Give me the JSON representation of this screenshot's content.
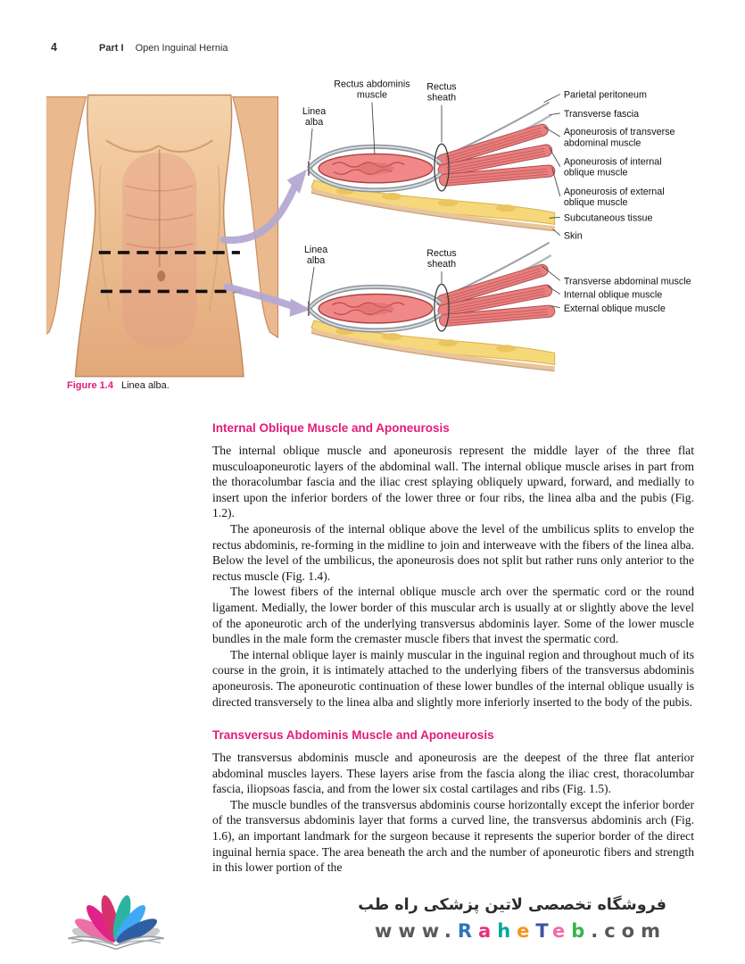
{
  "header": {
    "page_number": "4",
    "part_label": "Part I",
    "part_title": "Open Inguinal Hernia"
  },
  "figure": {
    "caption_label": "Figure 1.4",
    "caption_text": "Linea alba.",
    "top": {
      "rectus_muscle_l1": "Rectus abdominis",
      "rectus_muscle_l2": "muscle",
      "rectus_sheath_l1": "Rectus",
      "rectus_sheath_l2": "sheath",
      "linea_alba_l1": "Linea",
      "linea_alba_l2": "alba",
      "right_labels": [
        {
          "l1": "Parietal peritoneum"
        },
        {
          "l1": "Transverse fascia"
        },
        {
          "l1": "Aponeurosis of transverse",
          "l2": "abdominal muscle"
        },
        {
          "l1": "Aponeurosis of internal",
          "l2": "oblique muscle"
        },
        {
          "l1": "Aponeurosis of external",
          "l2": "oblique muscle"
        },
        {
          "l1": "Subcutaneous tissue"
        },
        {
          "l1": "Skin"
        }
      ]
    },
    "bottom": {
      "linea_alba_l1": "Linea",
      "linea_alba_l2": "alba",
      "rectus_sheath_l1": "Rectus",
      "rectus_sheath_l2": "sheath",
      "right_labels": [
        {
          "l1": "Transverse abdominal muscle"
        },
        {
          "l1": "Internal oblique muscle"
        },
        {
          "l1": "External oblique muscle"
        }
      ]
    }
  },
  "sections": [
    {
      "heading": "Internal Oblique Muscle and Aponeurosis",
      "paragraphs": [
        "The internal oblique muscle and aponeurosis represent the middle layer of the three flat musculoaponeurotic layers of the abdominal wall. The internal oblique muscle arises in part from the thoracolumbar fascia and the iliac crest splaying obliquely upward, forward, and medially to insert upon the inferior borders of the lower three or four ribs, the linea alba and the pubis (Fig. 1.2).",
        "The aponeurosis of the internal oblique above the level of the umbilicus splits to envelop the rectus abdominis, re-forming in the midline to join and interweave with the fibers of the linea alba. Below the level of the umbilicus, the aponeurosis does not split but rather runs only anterior to the rectus muscle (Fig. 1.4).",
        "The lowest fibers of the internal oblique muscle arch over the spermatic cord or the round ligament. Medially, the lower border of this muscular arch is usually at or slightly above the level of the aponeurotic arch of the underlying transversus abdominis layer. Some of the lower muscle bundles in the male form the cremaster muscle fibers that invest the spermatic cord.",
        "The internal oblique layer is mainly muscular in the inguinal region and throughout much of its course in the groin, it is intimately attached to the underlying fibers of the transversus abdominis aponeurosis. The aponeurotic continuation of these lower bundles of the internal oblique usually is directed transversely to the linea alba and slightly more inferiorly inserted to the body of the pubis."
      ]
    },
    {
      "heading": "Transversus Abdominis Muscle and Aponeurosis",
      "paragraphs": [
        "The transversus abdominis muscle and aponeurosis are the deepest of the three flat anterior abdominal muscles layers. These layers arise from the fascia along the iliac crest, thoracolumbar fascia, iliopsoas fascia, and from the lower six costal cartilages and ribs (Fig. 1.5).",
        "The muscle bundles of the transversus abdominis course horizontally except the inferior border of the transversus abdominis layer that forms a curved line, the transversus abdominis arch (Fig. 1.6), an important landmark for the surgeon because it represents the superior border of the direct inguinal hernia space. The area beneath the arch and the number of aponeurotic fibers and strength in this lower portion of the"
      ]
    }
  ],
  "footer": {
    "persian_tagline": "فروشگاه تخصصی لاتین پزشکی راه طب",
    "website": "www.RaheTeb.com",
    "accent_color": "#e31c79",
    "domain": [
      {
        "ch": "w",
        "style": "color:#58595b"
      },
      {
        "ch": "w",
        "style": "color:#58595b"
      },
      {
        "ch": "w",
        "style": "color:#58595b"
      },
      {
        "ch": ".",
        "style": "color:#58595b"
      },
      {
        "ch": "R",
        "style": "color:#2e75bb"
      },
      {
        "ch": "a",
        "style": "color:#e5317f"
      },
      {
        "ch": "h",
        "style": "color:#00a79d"
      },
      {
        "ch": "e",
        "style": "color:#f7941e"
      },
      {
        "ch": "T",
        "style": "color:#3b54a4"
      },
      {
        "ch": "e",
        "style": "color:#ec6ea5"
      },
      {
        "ch": "b",
        "style": "color:#39b54a"
      },
      {
        "ch": ".",
        "style": "color:#58595b"
      },
      {
        "ch": "c",
        "style": "color:#58595b"
      },
      {
        "ch": "o",
        "style": "color:#58595b"
      },
      {
        "ch": "m",
        "style": "color:#58595b"
      }
    ],
    "logo_colors": [
      "#ec6fa8",
      "#e0218a",
      "#d6336c",
      "#2bb5a0",
      "#3fa9f5",
      "#2e5fa3"
    ]
  }
}
